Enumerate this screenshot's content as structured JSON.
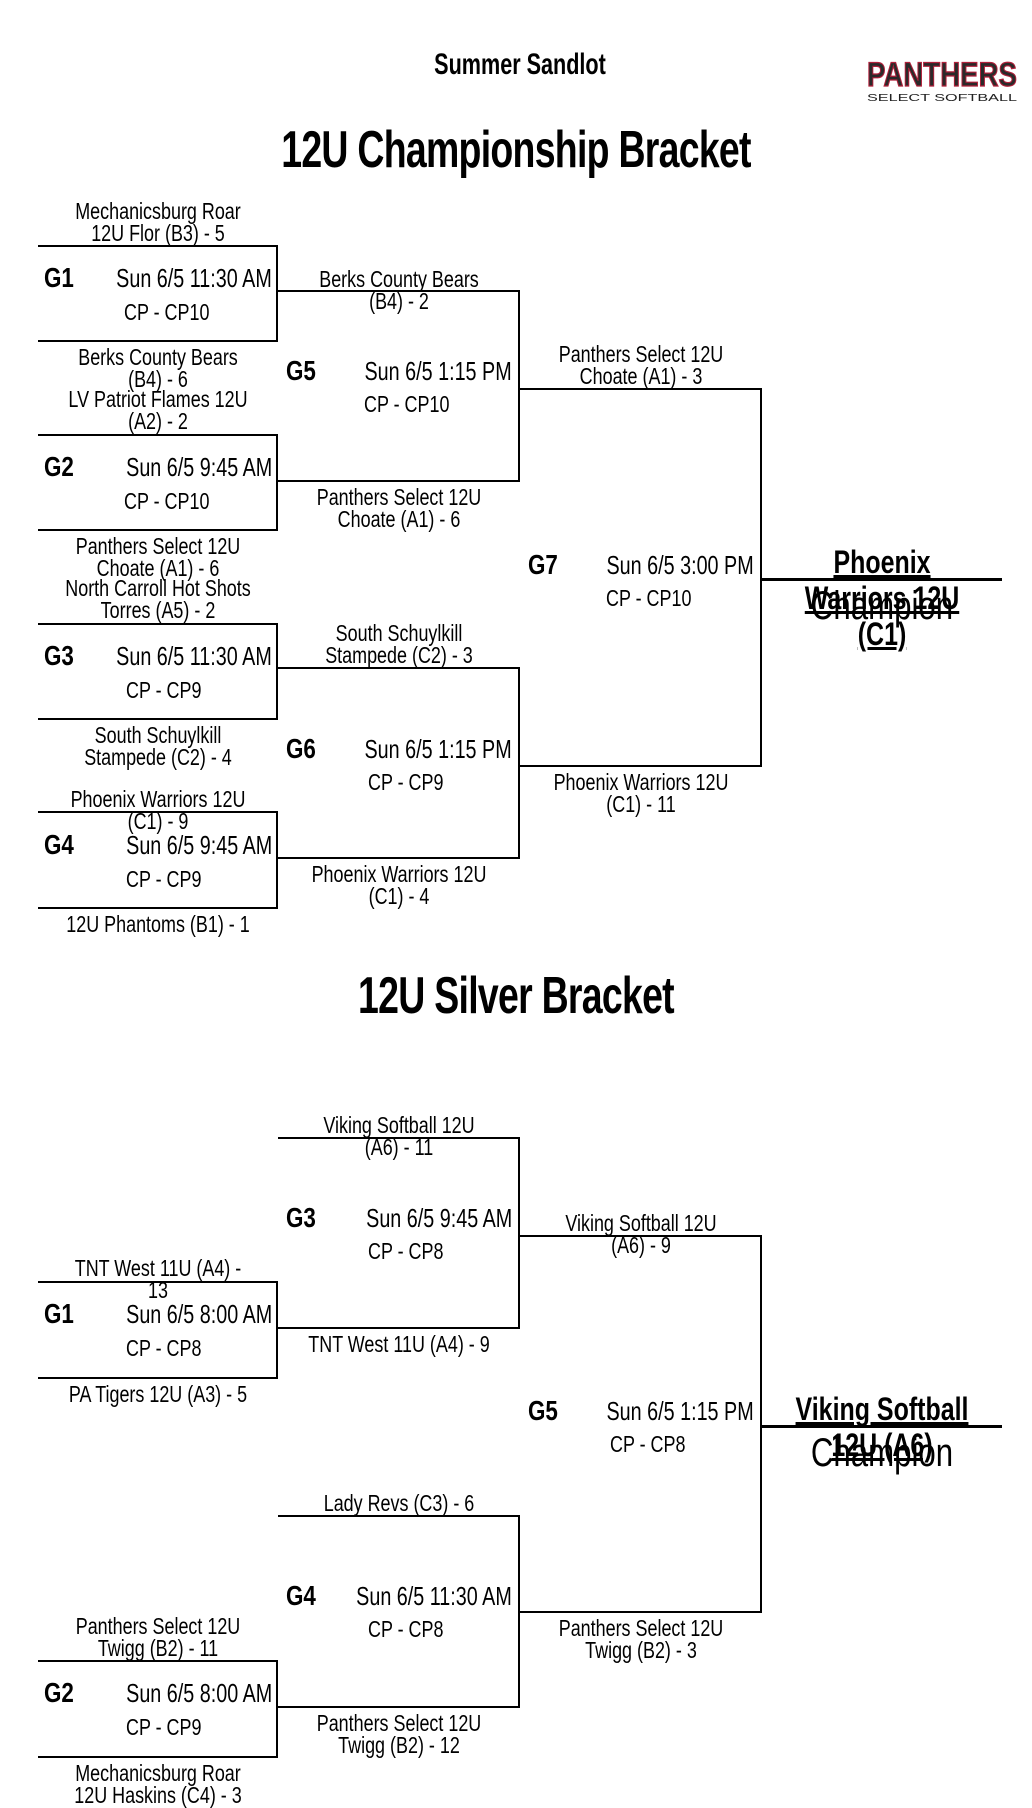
{
  "header": {
    "tournament": "Summer Sandlot",
    "logo_text": "PANTHERS",
    "logo_subtext": "SELECT SOFTBALL"
  },
  "championship": {
    "title": "12U Championship Bracket",
    "g1": {
      "id": "G1",
      "time": "Sun 6/5  11:30 AM",
      "loc": "CP - CP10",
      "top": "Mechanicsburg Roar 12U Flor (B3) - 5",
      "bottom": "Berks County Bears (B4) - 6"
    },
    "g2": {
      "id": "G2",
      "time": "Sun 6/5  9:45 AM",
      "loc": "CP - CP10",
      "top": "LV Patriot Flames 12U (A2) - 2",
      "bottom": "Panthers Select 12U Choate (A1) - 6"
    },
    "g3": {
      "id": "G3",
      "time": "Sun 6/5  11:30 AM",
      "loc": "CP - CP9",
      "top": "North Carroll Hot Shots Torres (A5) - 2",
      "bottom": "South Schuylkill Stampede (C2) - 4"
    },
    "g4": {
      "id": "G4",
      "time": "Sun 6/5  9:45 AM",
      "loc": "CP - CP9",
      "top": "Phoenix Warriors 12U (C1) - 9",
      "bottom": "12U Phantoms (B1) - 1"
    },
    "g5": {
      "id": "G5",
      "time": "Sun 6/5  1:15 PM",
      "loc": "CP - CP10",
      "top": "Berks County Bears (B4) - 2",
      "bottom": "Panthers Select 12U Choate (A1) - 6"
    },
    "g6": {
      "id": "G6",
      "time": "Sun 6/5  1:15 PM",
      "loc": "CP - CP9",
      "top": "South Schuylkill Stampede (C2) - 3",
      "bottom": "Phoenix Warriors 12U (C1) - 4"
    },
    "g7": {
      "id": "G7",
      "time": "Sun 6/5  3:00 PM",
      "loc": "CP - CP10",
      "top": "Panthers Select 12U Choate (A1) - 3",
      "bottom": "Phoenix Warriors 12U (C1) - 11"
    },
    "champion": "Phoenix Warriors 12U (C1)",
    "champion_label": "Champion"
  },
  "silver": {
    "title": "12U Silver Bracket",
    "g1": {
      "id": "G1",
      "time": "Sun 6/5  8:00 AM",
      "loc": "CP - CP8",
      "top": "TNT West 11U (A4) - 13",
      "bottom": "PA Tigers 12U (A3) - 5"
    },
    "g2": {
      "id": "G2",
      "time": "Sun 6/5  8:00 AM",
      "loc": "CP - CP9",
      "top": "Panthers Select 12U Twigg (B2) - 11",
      "bottom": "Mechanicsburg Roar 12U Haskins (C4) - 3"
    },
    "g3": {
      "id": "G3",
      "time": "Sun 6/5  9:45 AM",
      "loc": "CP - CP8",
      "top": "Viking Softball 12U (A6) - 11",
      "bottom": "TNT West 11U (A4) - 9"
    },
    "g4": {
      "id": "G4",
      "time": "Sun 6/5  11:30 AM",
      "loc": "CP - CP8",
      "top": "Lady Revs (C3) - 6",
      "bottom": "Panthers Select 12U Twigg (B2) - 12"
    },
    "g5": {
      "id": "G5",
      "time": "Sun 6/5  1:15 PM",
      "loc": "CP - CP8",
      "top": "Viking Softball 12U (A6) - 9",
      "bottom": "Panthers Select 12U Twigg (B2) - 3"
    },
    "champion": "Viking Softball 12U (A6)",
    "champion_label": "Champion"
  }
}
